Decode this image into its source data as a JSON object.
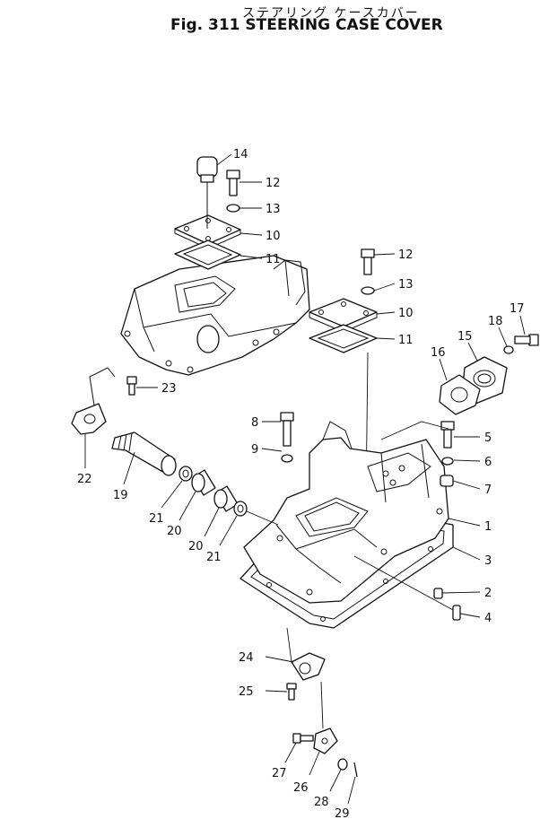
{
  "header": {
    "japanese_title": "ステアリング ケースカバー",
    "figure_title": "Fig. 311 STEERING CASE COVER"
  },
  "callouts": [
    {
      "id": "c14a",
      "label": "14"
    },
    {
      "id": "c12a",
      "label": "12"
    },
    {
      "id": "c13a",
      "label": "13"
    },
    {
      "id": "c10a",
      "label": "10"
    },
    {
      "id": "c11a",
      "label": "11"
    },
    {
      "id": "c12b",
      "label": "12"
    },
    {
      "id": "c13b",
      "label": "13"
    },
    {
      "id": "c10b",
      "label": "10"
    },
    {
      "id": "c11b",
      "label": "11"
    },
    {
      "id": "c17",
      "label": "17"
    },
    {
      "id": "c18",
      "label": "18"
    },
    {
      "id": "c15",
      "label": "15"
    },
    {
      "id": "c16",
      "label": "16"
    },
    {
      "id": "c23",
      "label": "23"
    },
    {
      "id": "c8",
      "label": "8"
    },
    {
      "id": "c9",
      "label": "9"
    },
    {
      "id": "c5",
      "label": "5"
    },
    {
      "id": "c6",
      "label": "6"
    },
    {
      "id": "c7",
      "label": "7"
    },
    {
      "id": "c1",
      "label": "1"
    },
    {
      "id": "c3",
      "label": "3"
    },
    {
      "id": "c2",
      "label": "2"
    },
    {
      "id": "c4",
      "label": "4"
    },
    {
      "id": "c22",
      "label": "22"
    },
    {
      "id": "c19",
      "label": "19"
    },
    {
      "id": "c21a",
      "label": "21"
    },
    {
      "id": "c20a",
      "label": "20"
    },
    {
      "id": "c20b",
      "label": "20"
    },
    {
      "id": "c21b",
      "label": "21"
    },
    {
      "id": "c24",
      "label": "24"
    },
    {
      "id": "c25",
      "label": "25"
    },
    {
      "id": "c27",
      "label": "27"
    },
    {
      "id": "c26",
      "label": "26"
    },
    {
      "id": "c28",
      "label": "28"
    },
    {
      "id": "c29",
      "label": "29"
    }
  ]
}
